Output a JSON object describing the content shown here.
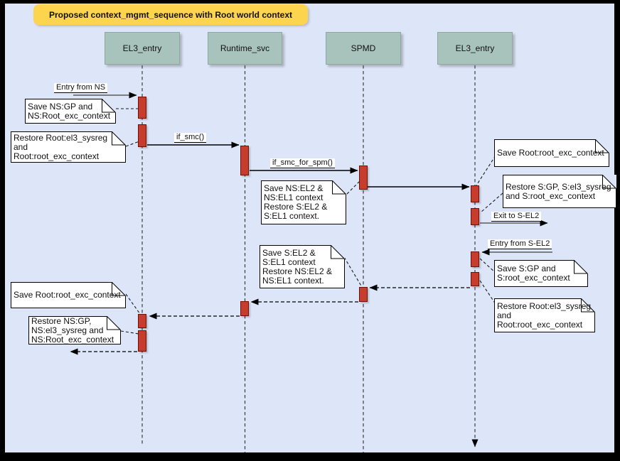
{
  "diagram_title": "Proposed context_mgmt_sequence with Root world context",
  "participants": [
    {
      "label": "EL3_entry"
    },
    {
      "label": "Runtime_svc"
    },
    {
      "label": "SPMD"
    },
    {
      "label": "EL3_entry"
    }
  ],
  "messages": {
    "entry_from_ns": "Entry from NS",
    "if_smc": "if_smc()",
    "if_smc_for_spm": "if_smc_for_spm()",
    "exit_to_s_el2": "Exit to S-EL2",
    "entry_from_s_el2": "Entry from S-EL2"
  },
  "notes": [
    {
      "text": "Save NS:GP and\nNS:Root_exc_context"
    },
    {
      "text": "Restore Root:el3_sysreg\nand\nRoot:root_exc_context"
    },
    {
      "text": "Save NS:EL2 &\nNS:EL1 context\nRestore S:EL2 &\nS:EL1 context."
    },
    {
      "text": "Save Root:root_exc_context"
    },
    {
      "text": "Restore S:GP, S:el3_sysreg\nand S:root_exc_context"
    },
    {
      "text": "Save S:EL2 &\nS:EL1 context\nRestore NS:EL2 &\nNS:EL1 context."
    },
    {
      "text": "Save S:GP and\nS:root_exc_context"
    },
    {
      "text": "Restore Root:el3_sysreg\nand\nRoot:root_exc_context"
    },
    {
      "text": "Save Root:root_exc_context"
    },
    {
      "text": "Restore NS:GP,\nNS:el3_sysreg and\nNS:Root_exc_context"
    }
  ],
  "colors": {
    "frame": "#000000",
    "canvas_background": "#dde6f8",
    "title_background": "#fcd44e",
    "participant_fill": "#a8c2bc",
    "activation_fill": "#c63d2d",
    "activation_border": "#6f1104",
    "note_background": "#ffffff",
    "line_color": "#000000"
  }
}
